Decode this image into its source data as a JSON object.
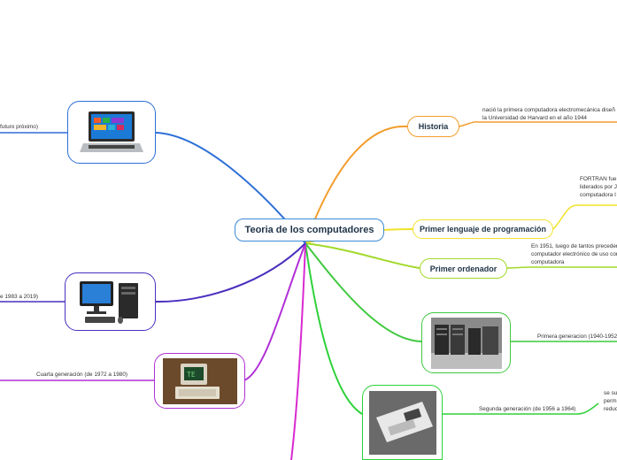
{
  "central_topic": "Teoria de los computadores",
  "branches": {
    "historia": {
      "label": "Historia",
      "color": "#f39c2b",
      "detail": [
        "nació la primera computadora electromecánica diseñ",
        "la Universidad de Harvard en el año 1944"
      ]
    },
    "primer_lenguaje": {
      "label": "Primer lenguaje de programación",
      "color": "#f2e22a",
      "detail": [
        "FORTRAN fue c",
        "liderados por J",
        "computadora I"
      ]
    },
    "primer_ordenador": {
      "label": "Primer ordenador",
      "color": "#a2d92a",
      "detail": [
        "En 1951, luego de tantos preceden",
        "computador electrónico de uso cor",
        "computadora"
      ]
    },
    "primera_generacion": {
      "label": "Primera generacion (1940-1952",
      "color": "#3fc93f"
    },
    "segunda_generacion": {
      "label": "Segunda generación (de 1956 a 1964)",
      "color": "#2ed13a",
      "detail": [
        "se su",
        "perm",
        "reduc"
      ]
    },
    "cuarta_generacion": {
      "label": "Cuarta generación (de 1972 a 1980)",
      "color": "#b12fd6"
    },
    "quinta_generacion": {
      "label": "e 1983 a 2019)",
      "color": "#4b2fbf"
    },
    "sexta_generacion": {
      "label": "futuro próximo)",
      "color": "#2d6fd6"
    }
  },
  "icons": [
    "laptop-image",
    "desktop-computer-image",
    "vintage-computer-image",
    "mainframe-room-image",
    "transistor-computer-image"
  ]
}
